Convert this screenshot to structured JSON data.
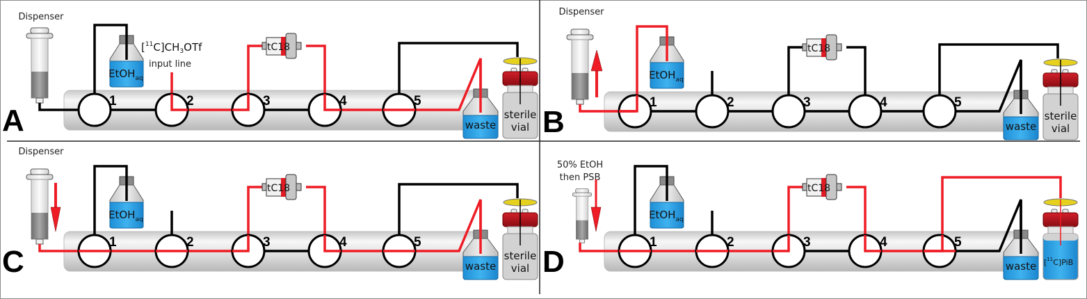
{
  "figure": {
    "title": "Four-step PiB synthesis module flow scheme",
    "colors": {
      "active_line": "#ee1c25",
      "inactive_line": "#000000",
      "liquid": "#2aa4e6",
      "cap_red": "#b3121c",
      "filter_yellow": "#e6d21e",
      "cartridge_red": "#e01a22"
    },
    "panels": [
      {
        "id": "A",
        "letter": "A",
        "dispenser_label": "Dispenser",
        "dispenser_label_line2": "",
        "plunger_arrow": "none",
        "reagent_bottle_label": "EtOH",
        "reagent_bottle_sub": "aq",
        "input_label_sup": "11",
        "input_label_main": "C]CH",
        "input_label_sub": "3",
        "input_label_end": "OTf",
        "input_label_line2": "input line",
        "show_input_label": true,
        "valves": [
          "1",
          "2",
          "3",
          "4",
          "5"
        ],
        "cartridge_label": "tC18",
        "waste_label": "waste",
        "vial_label": "sterile",
        "vial_label_line2": "vial",
        "vial_filled": false,
        "active_segments": [
          "input-to-v2",
          "v2-v3",
          "v3-cartridge",
          "cartridge-v4",
          "v4-v5",
          "v5-waste"
        ]
      },
      {
        "id": "B",
        "letter": "B",
        "dispenser_label": "Dispenser",
        "dispenser_label_line2": "",
        "plunger_arrow": "up",
        "reagent_bottle_label": "EtOH",
        "reagent_bottle_sub": "aq",
        "show_input_label": false,
        "valves": [
          "1",
          "2",
          "3",
          "4",
          "5"
        ],
        "cartridge_label": "tC18",
        "waste_label": "waste",
        "vial_label": "sterile",
        "vial_label_line2": "vial",
        "vial_filled": false,
        "active_segments": [
          "syringe-v1",
          "v1-bottle"
        ]
      },
      {
        "id": "C",
        "letter": "C",
        "dispenser_label": "Dispenser",
        "dispenser_label_line2": "",
        "plunger_arrow": "down",
        "reagent_bottle_label": "EtOH",
        "reagent_bottle_sub": "aq",
        "show_input_label": false,
        "valves": [
          "1",
          "2",
          "3",
          "4",
          "5"
        ],
        "cartridge_label": "tC18",
        "waste_label": "waste",
        "vial_label": "sterile",
        "vial_label_line2": "vial",
        "vial_filled": false,
        "active_segments": [
          "syringe-v1",
          "v1-v2",
          "v2-v3",
          "v3-cartridge",
          "cartridge-v4",
          "v4-v5",
          "v5-waste"
        ]
      },
      {
        "id": "D",
        "letter": "D",
        "dispenser_label": "50% EtOH",
        "dispenser_label_line2": "then PSB",
        "plunger_arrow": "down",
        "reagent_bottle_label": "EtOH",
        "reagent_bottle_sub": "aq",
        "show_input_label": false,
        "valves": [
          "1",
          "2",
          "3",
          "4",
          "5"
        ],
        "cartridge_label": "tC18",
        "waste_label": "waste",
        "vial_label": "",
        "vial_label_line2": "",
        "vial_product_sup": "11",
        "vial_product_main": "C]PiB",
        "vial_filled": true,
        "active_segments": [
          "syringe-v1",
          "v1-v2",
          "v2-v3",
          "v3-cartridge",
          "cartridge-v4",
          "v4-v5",
          "v5-vial"
        ]
      }
    ]
  }
}
